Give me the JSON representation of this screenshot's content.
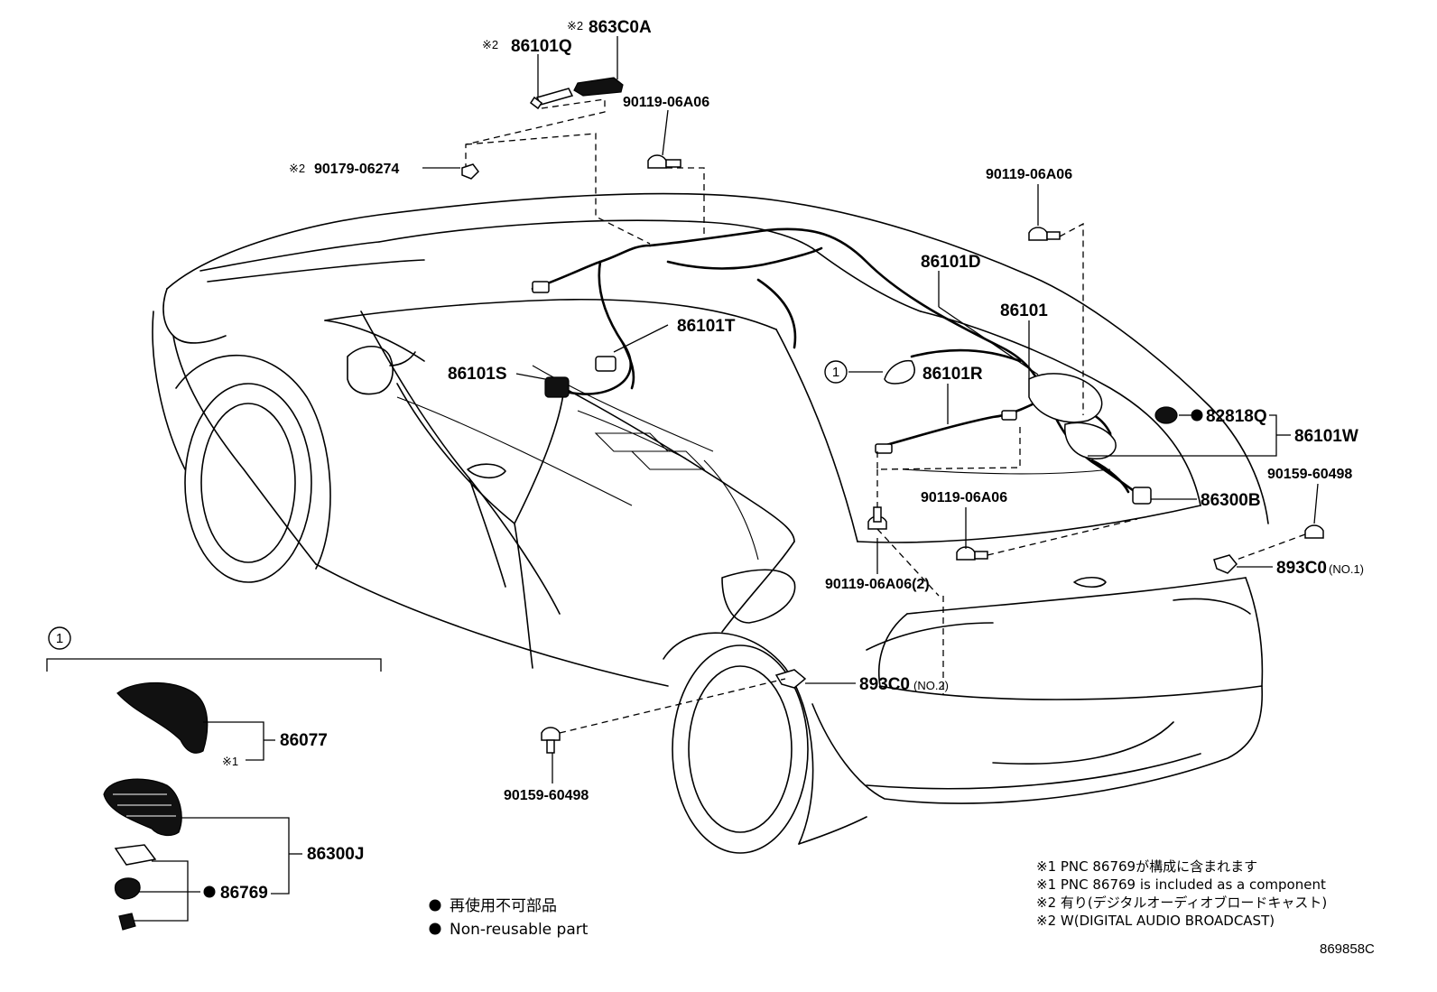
{
  "labels": {
    "pn_863c0a": "863C0A",
    "pn_86101q": "86101Q",
    "pn_bolt_top": "90119-06A06",
    "pn_90179": "90179-06274",
    "pn_bolt_right": "90119-06A06",
    "pn_86101d": "86101D",
    "pn_86101": "86101",
    "pn_86101t": "86101T",
    "pn_86101s": "86101S",
    "pn_86101r": "86101R",
    "pn_82818q": "82818Q",
    "pn_86101w": "86101W",
    "pn_90159_right": "90159-60498",
    "pn_86300b": "86300B",
    "pn_bolt_mid": "90119-06A06",
    "pn_bolt_2": "90119-06A06(2)",
    "pn_893c0_no1": "893C0",
    "pn_893c0_no1_suffix": "(NO.1)",
    "pn_893c0_no2": "893C0",
    "pn_893c0_no2_suffix": "(NO.2)",
    "pn_90159_bottom": "90159-60498",
    "pn_86077": "86077",
    "pn_86300j": "86300J",
    "pn_86769": "86769",
    "mark1": "※1",
    "mark2": "※2",
    "circled_1": "1",
    "circled_1_detail": "1"
  },
  "legend": {
    "jp": "再使用不可部品",
    "en": "Non-reusable part"
  },
  "notes": [
    "※1 PNC 86769が構成に含まれます",
    "※1 PNC 86769 is included as a component",
    "※2 有り(デジタルオーディオブロードキャスト)",
    "※2 W(DIGITAL AUDIO BROADCAST)"
  ],
  "illustration_id": "869858C"
}
